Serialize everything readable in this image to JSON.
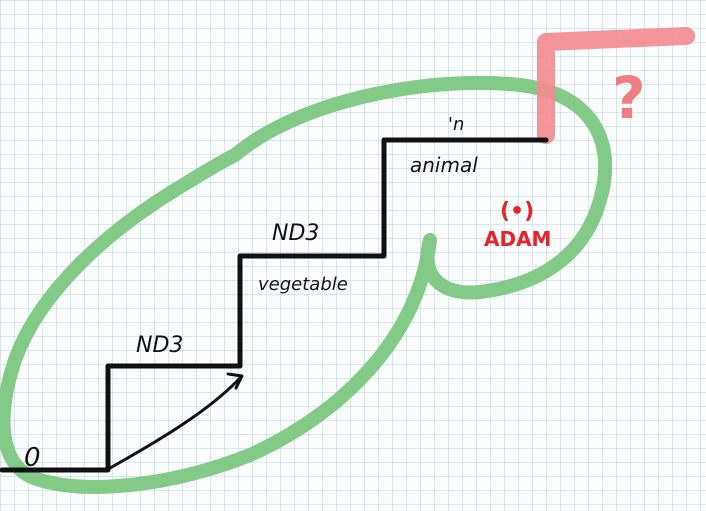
{
  "diagram": {
    "labels": {
      "start": "0",
      "step1": "ND3",
      "step2": "ND3",
      "step2_sub": "vegetable",
      "step3_top": "'n",
      "step3_sub": "animal",
      "adam_symbol": "(•)",
      "adam": "ADAM",
      "question": "?"
    },
    "colors": {
      "enclosure": "#7cc77f",
      "stairs": "#111111",
      "next_step": "#f28a8e",
      "adam_text": "#e8242b",
      "grid": "#b7d3e3"
    }
  }
}
